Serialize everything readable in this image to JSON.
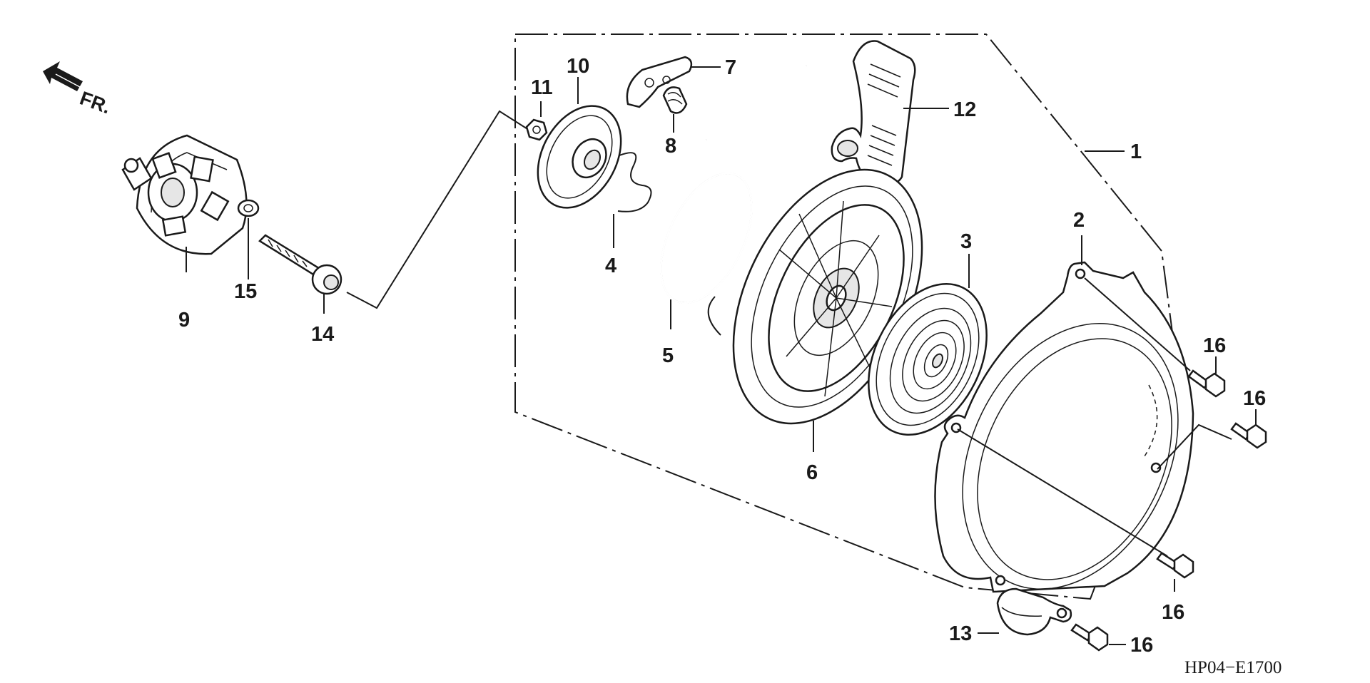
{
  "callouts": {
    "p1": "1",
    "p2": "2",
    "p3": "3",
    "p4": "4",
    "p5": "5",
    "p6": "6",
    "p7": "7",
    "p8": "8",
    "p9": "9",
    "p10": "10",
    "p11": "11",
    "p12": "12",
    "p13": "13",
    "p14": "14",
    "p15": "15",
    "p16a": "16",
    "p16b": "16",
    "p16c": "16",
    "p16d": "16"
  },
  "direction_label": "FR.",
  "diagram_code": "HP04−E1700"
}
